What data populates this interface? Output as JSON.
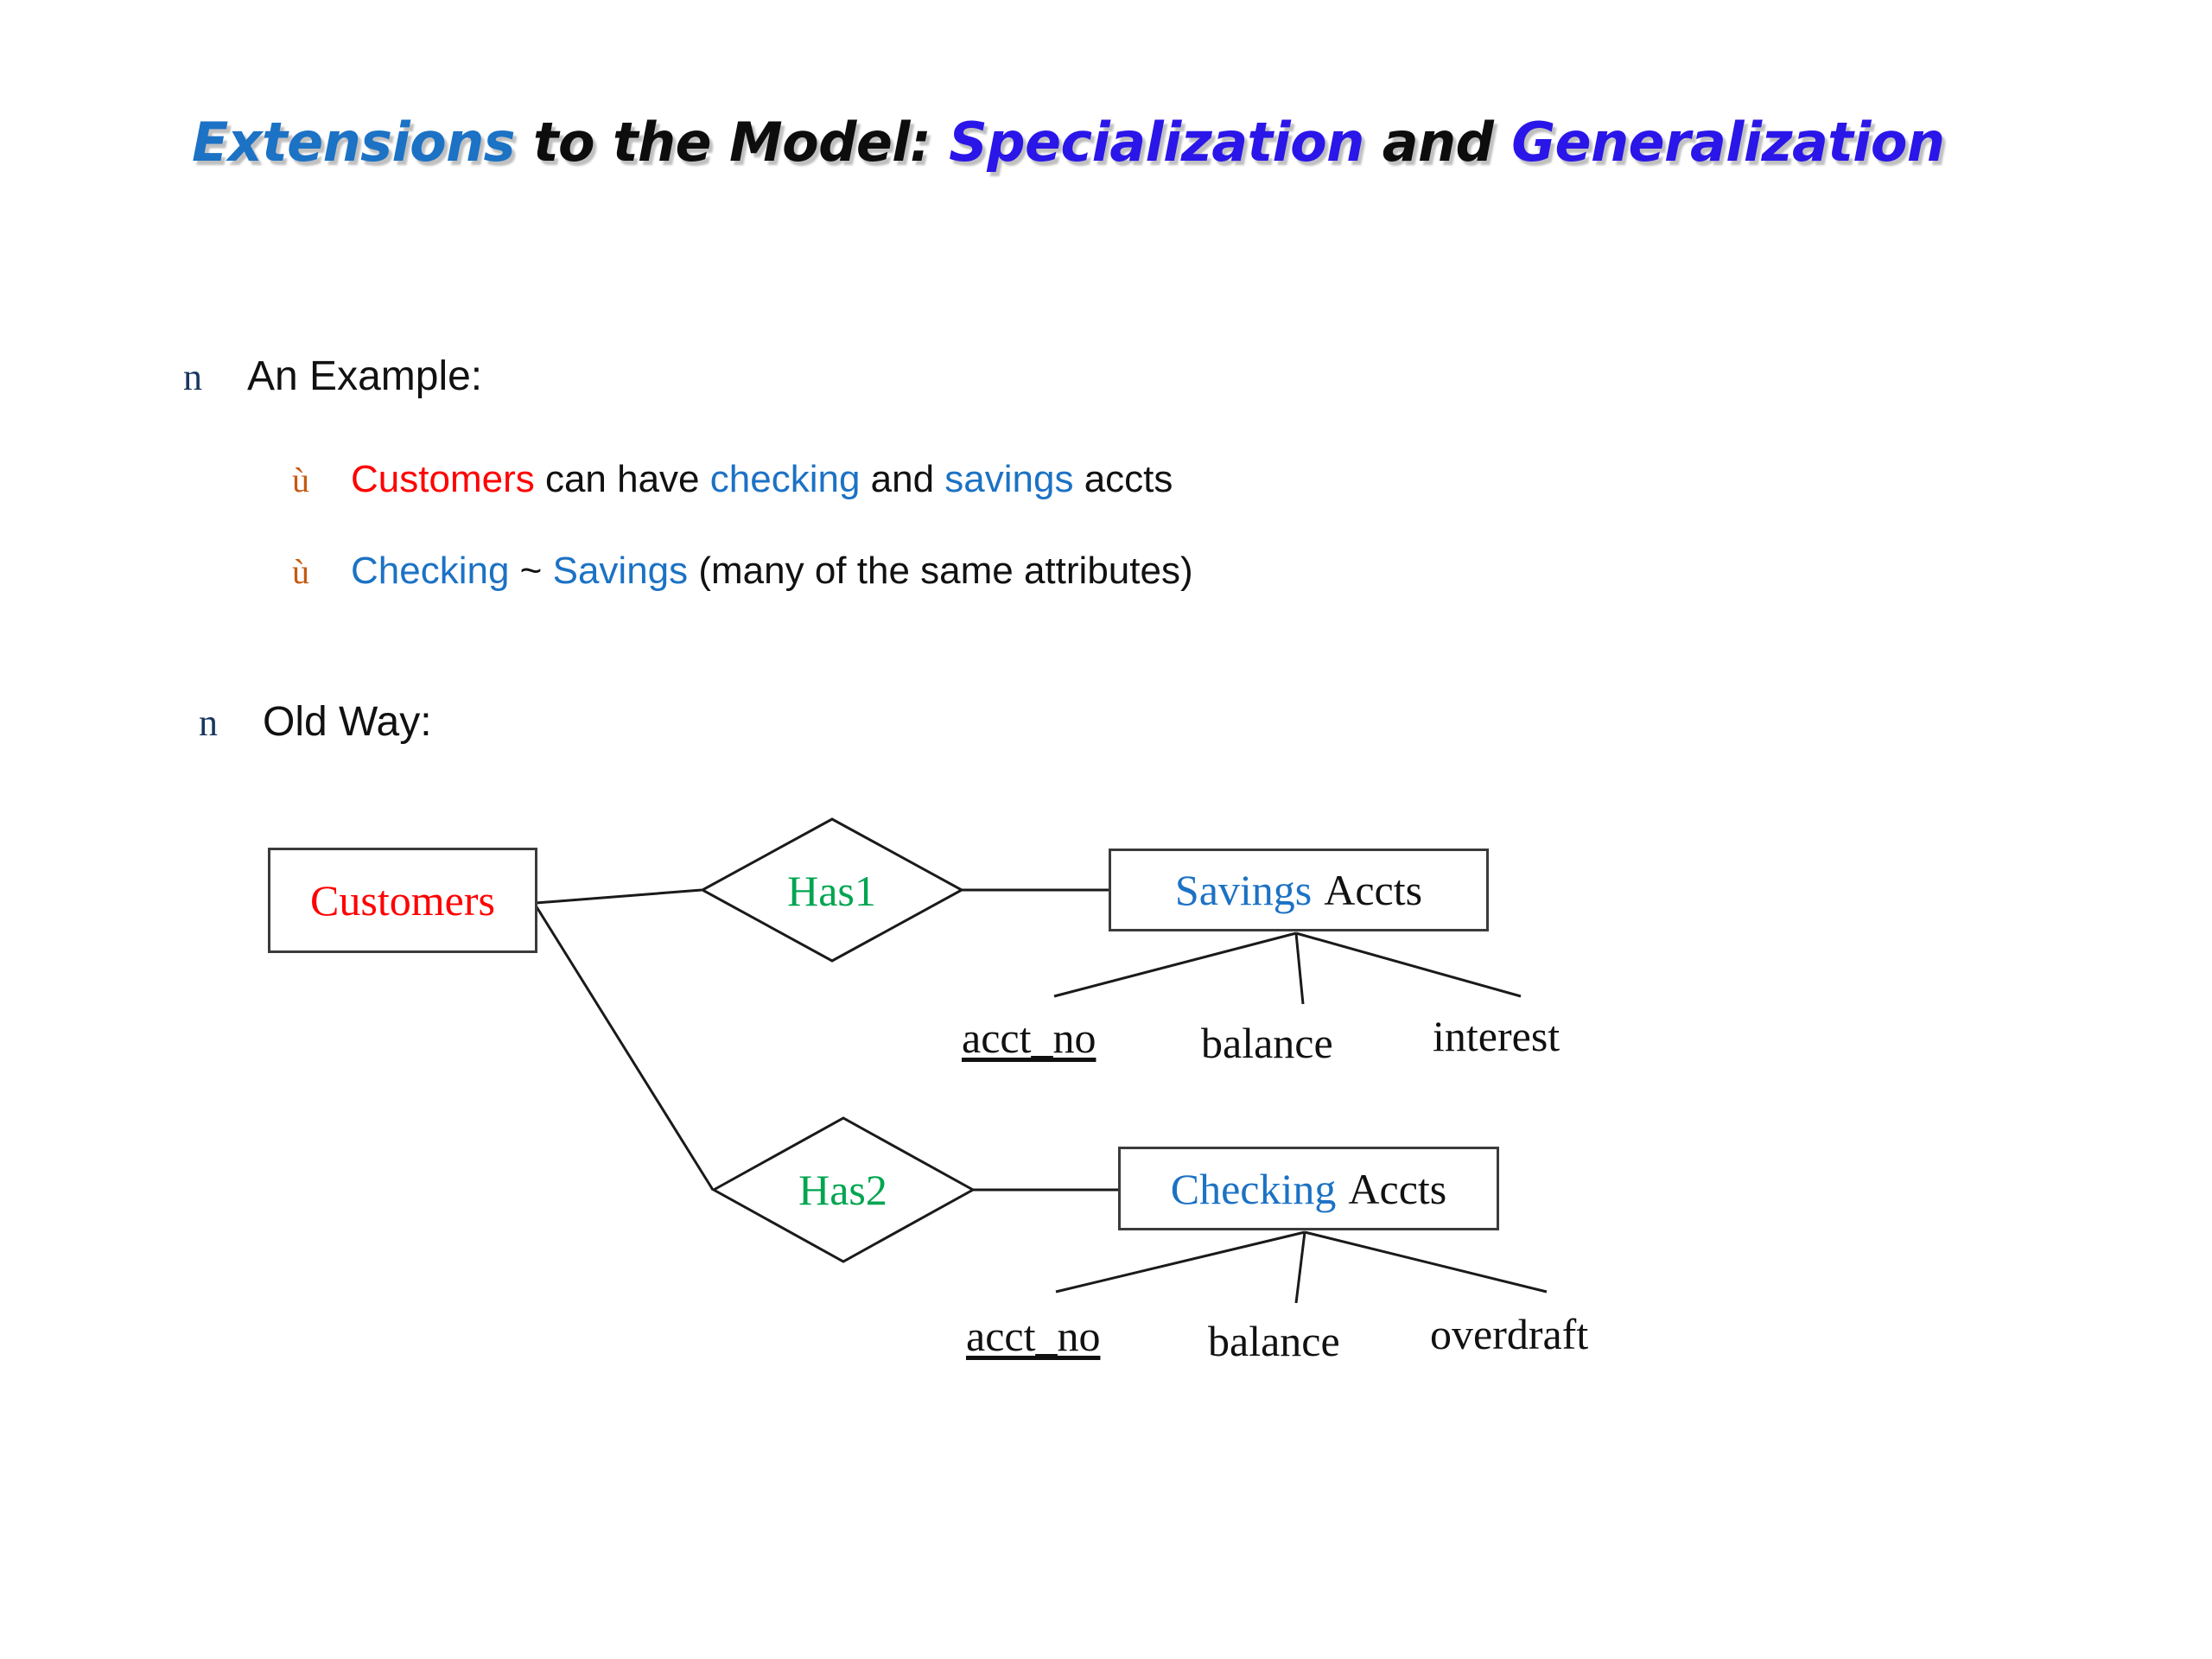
{
  "slide": {
    "background": "#FFFFFF",
    "title": {
      "part1": "Extensions",
      "part2": " to the Model:  ",
      "part3": "Specialization",
      "part4": " and ",
      "part5": "Generalization",
      "color_part1": "#1C72C4",
      "color_part2": "#0D0D0D",
      "color_part3": "#2A16E8",
      "color_part5": "#2A16E8"
    },
    "bullets": [
      {
        "marker": "n",
        "marker_color": "#17375E",
        "text": "An Example:"
      },
      {
        "marker": "n",
        "marker_color": "#17375E",
        "text": "Old Way:"
      }
    ],
    "sub_bullets": [
      {
        "marker": "ù",
        "marker_color": "#C55A11",
        "seg1": "Customers",
        "seg2": " can have ",
        "seg3": "checking",
        "seg4": " and ",
        "seg5": "savings",
        "seg6": " accts"
      },
      {
        "marker": "ù",
        "marker_color": "#C55A11",
        "seg1": "Checking",
        "seg2": " ~ ",
        "seg3": "Savings",
        "seg4": " (many of the same attributes)"
      }
    ]
  },
  "diagram": {
    "type": "er-diagram",
    "entities": [
      {
        "id": "customers",
        "label": "Customers",
        "label_color": "#FF0000"
      },
      {
        "id": "savings",
        "label_blue": "Savings",
        "label_black": "Accts",
        "blue_color": "#1C72C4"
      },
      {
        "id": "checking",
        "label_blue": "Checking",
        "label_black": "Accts",
        "blue_color": "#1C72C4"
      }
    ],
    "relationships": [
      {
        "id": "has1",
        "label": "Has1",
        "color": "#00A550"
      },
      {
        "id": "has2",
        "label": "Has2",
        "color": "#00A550"
      }
    ],
    "attributes": {
      "savings": [
        {
          "name": "acct_no",
          "key": true
        },
        {
          "name": "balance",
          "key": false
        },
        {
          "name": "interest",
          "key": false
        }
      ],
      "checking": [
        {
          "name": "acct_no",
          "key": true
        },
        {
          "name": "balance",
          "key": false
        },
        {
          "name": "overdraft",
          "key": false
        }
      ]
    },
    "edges": [
      {
        "from": "customers",
        "to": "has1"
      },
      {
        "from": "has1",
        "to": "savings"
      },
      {
        "from": "customers",
        "to": "has2"
      },
      {
        "from": "has2",
        "to": "checking"
      }
    ]
  }
}
